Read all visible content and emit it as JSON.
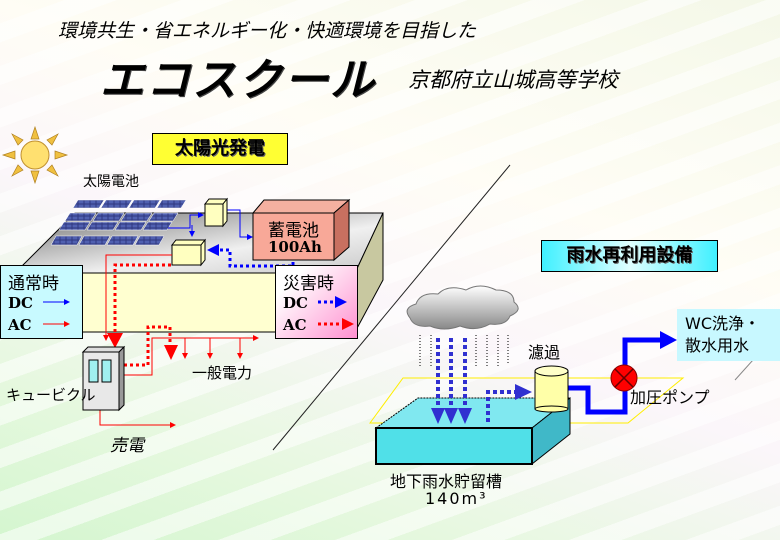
{
  "header": {
    "subtitle": "環境共生・省エネルギー化・快適環境を目指した",
    "title": "エコスクール",
    "school": "京都府立山城高等学校"
  },
  "solar": {
    "heading": "太陽光発電",
    "panel_label": "太陽電池",
    "battery": "蓄電池",
    "battery_capacity": "100Ah",
    "cubicle": "キュービクル",
    "sale": "売電",
    "general_power": "一般電力",
    "legend_normal": {
      "title": "通常時",
      "dc": "DC",
      "ac": "AC"
    },
    "legend_disaster": {
      "title": "災害時",
      "dc": "DC",
      "ac": "AC"
    }
  },
  "rain": {
    "heading": "雨水再利用設備",
    "filter": "濾過",
    "pump": "加圧ポンプ",
    "use_line1": "WC洗浄・",
    "use_line2": "散水用水",
    "tank": "地下雨水貯留槽",
    "tank_capacity": "140m³"
  },
  "colors": {
    "dc": "#0000ff",
    "ac": "#ff0000",
    "water": "#40e0e8",
    "battery": "#f4a090",
    "heading_solar": "#ffff33"
  }
}
